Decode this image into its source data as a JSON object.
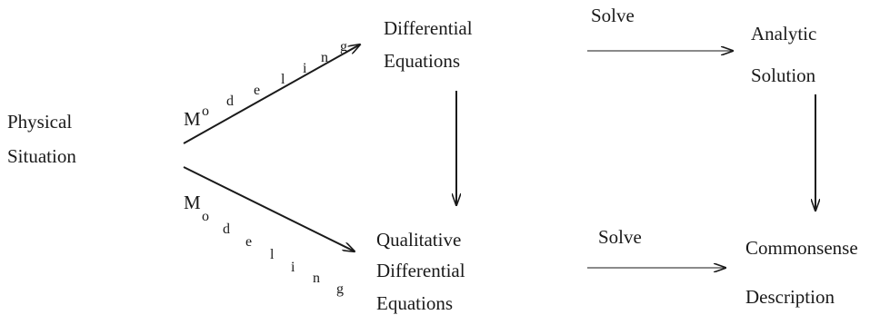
{
  "nodes": {
    "physical": {
      "line1": "Physical",
      "line2": "Situation"
    },
    "diffeq": {
      "line1": "Differential",
      "line2": "Equations"
    },
    "analytic": {
      "line1": "Analytic",
      "line2": "Solution"
    },
    "qde": {
      "line1": "Qualitative",
      "line2": "Differential",
      "line3": "Equations"
    },
    "commonsense": {
      "line1": "Commonsense",
      "line2": "Description"
    }
  },
  "edges": {
    "modeling_upper": [
      "M",
      "o",
      "d",
      "e",
      "l",
      "i",
      "n",
      "g"
    ],
    "modeling_lower": [
      "M",
      "o",
      "d",
      "e",
      "l",
      "i",
      "n",
      "g"
    ],
    "solve_upper": "Solve",
    "solve_lower": "Solve"
  }
}
